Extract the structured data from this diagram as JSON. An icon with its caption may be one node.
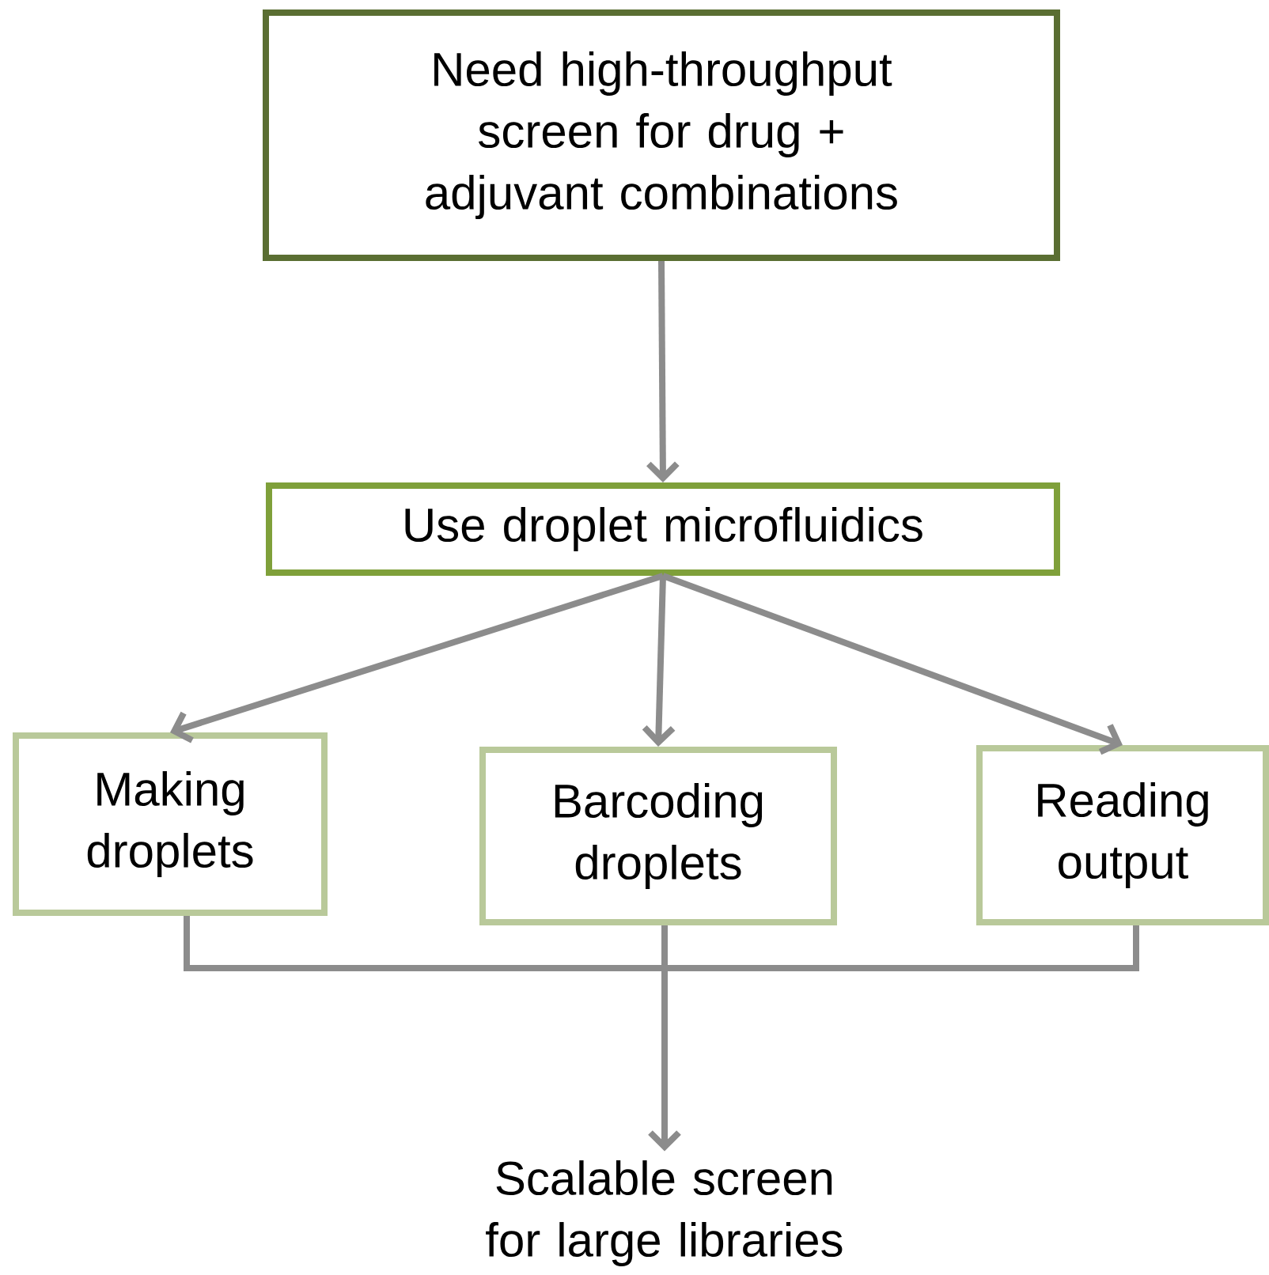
{
  "diagram": {
    "nodes": [
      {
        "text": [
          "Need high-throughput screen for drug + adjuvant combinations"
        ]
      },
      {
        "text": [
          "Use droplet microfluidics"
        ]
      },
      {
        "text": [
          "Making droplets"
        ]
      },
      {
        "text": [
          "Barcoding droplets"
        ]
      },
      {
        "text": [
          "Reading output"
        ]
      },
      {
        "text": [
          "Scalable screen for large libraries"
        ]
      }
    ],
    "edges": [
      {
        "from": 0,
        "to": 1,
        "arrow": "to"
      },
      {
        "from": 1,
        "to": 2,
        "arrow": "to"
      },
      {
        "from": 1,
        "to": 3,
        "arrow": "to"
      },
      {
        "from": 1,
        "to": 4,
        "arrow": "to"
      },
      {
        "from": 2,
        "to": 5,
        "arrow": "to"
      },
      {
        "from": 3,
        "to": 5,
        "arrow": "to"
      },
      {
        "from": 4,
        "to": 5,
        "arrow": "to"
      }
    ]
  }
}
